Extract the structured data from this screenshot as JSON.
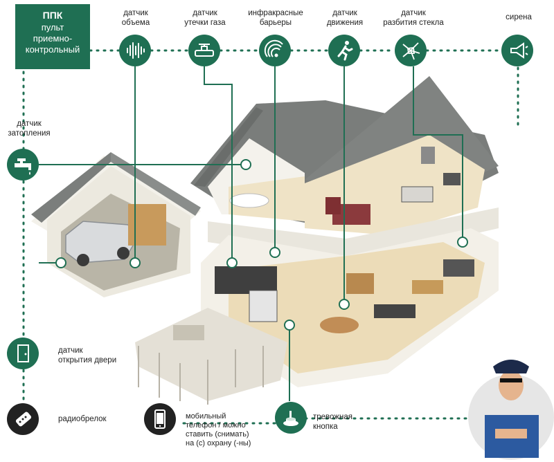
{
  "panel": {
    "title": "ППК",
    "subtitle": "пульт\nприемно-\nконтрольный"
  },
  "sensors": {
    "volume": "датчик\nобъема",
    "gas_leak": "датчик\nутечки газа",
    "infrared": "инфракрасные\nбарьеры",
    "motion": "датчик\nдвижения",
    "glass_break": "датчик\nразбития стекла",
    "siren": "сирена",
    "flood": "датчик\nзатопления",
    "door_open": "датчик\nоткрытия двери",
    "radio_fob": "радиобрелок",
    "mobile_phone": "мобильный\nтелефон / можно\nставить (снимать)\nна (с) охрану (-ны)",
    "panic_button": "тревожная\nкнопка"
  },
  "colors": {
    "accent": "#1f6f53",
    "roof": "#6f7270",
    "wall": "#f1efe9",
    "floor": "#e8d9b8",
    "line": "#1f6f53"
  },
  "icons": [
    "waveform-icon",
    "gas-valve-icon",
    "infrared-rings-icon",
    "running-person-icon",
    "broken-glass-icon",
    "megaphone-icon",
    "faucet-icon",
    "door-icon",
    "key-fob-icon",
    "smartphone-icon",
    "panic-button-icon"
  ]
}
